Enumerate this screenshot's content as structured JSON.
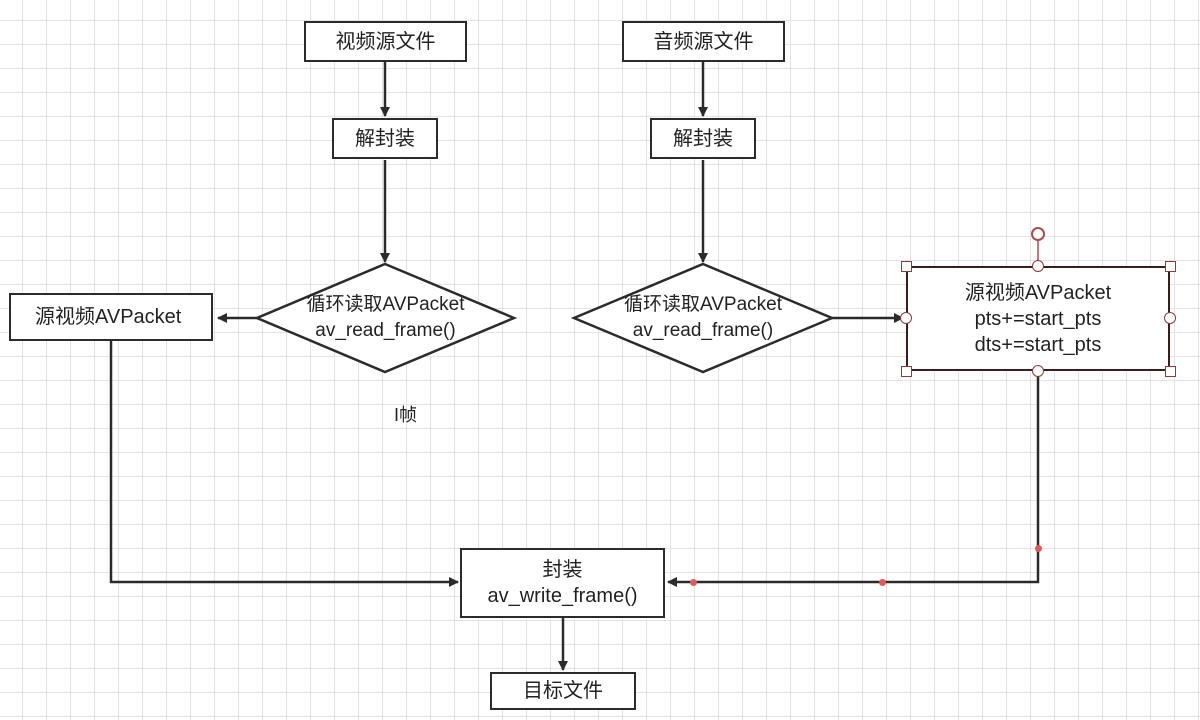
{
  "diagram": {
    "video_source": "视频源文件",
    "audio_source": "音频源文件",
    "video_demux": "解封装",
    "audio_demux": "解封装",
    "video_loop": [
      "循环读取AVPacket",
      "av_read_frame()"
    ],
    "audio_loop": [
      "循环读取AVPacket",
      "av_read_frame()"
    ],
    "video_packet": "源视频AVPacket",
    "audio_packet": [
      "源视频AVPacket",
      "pts+=start_pts",
      "dts+=start_pts"
    ],
    "i_frame_note": "I帧",
    "mux": [
      "封装",
      "av_write_frame()"
    ],
    "target": "目标文件"
  },
  "colors": {
    "stroke": "#2b2b2b",
    "grid": "#e3e3e3",
    "selection": "#8a3b3b",
    "waypoint": "#e05a5a"
  }
}
